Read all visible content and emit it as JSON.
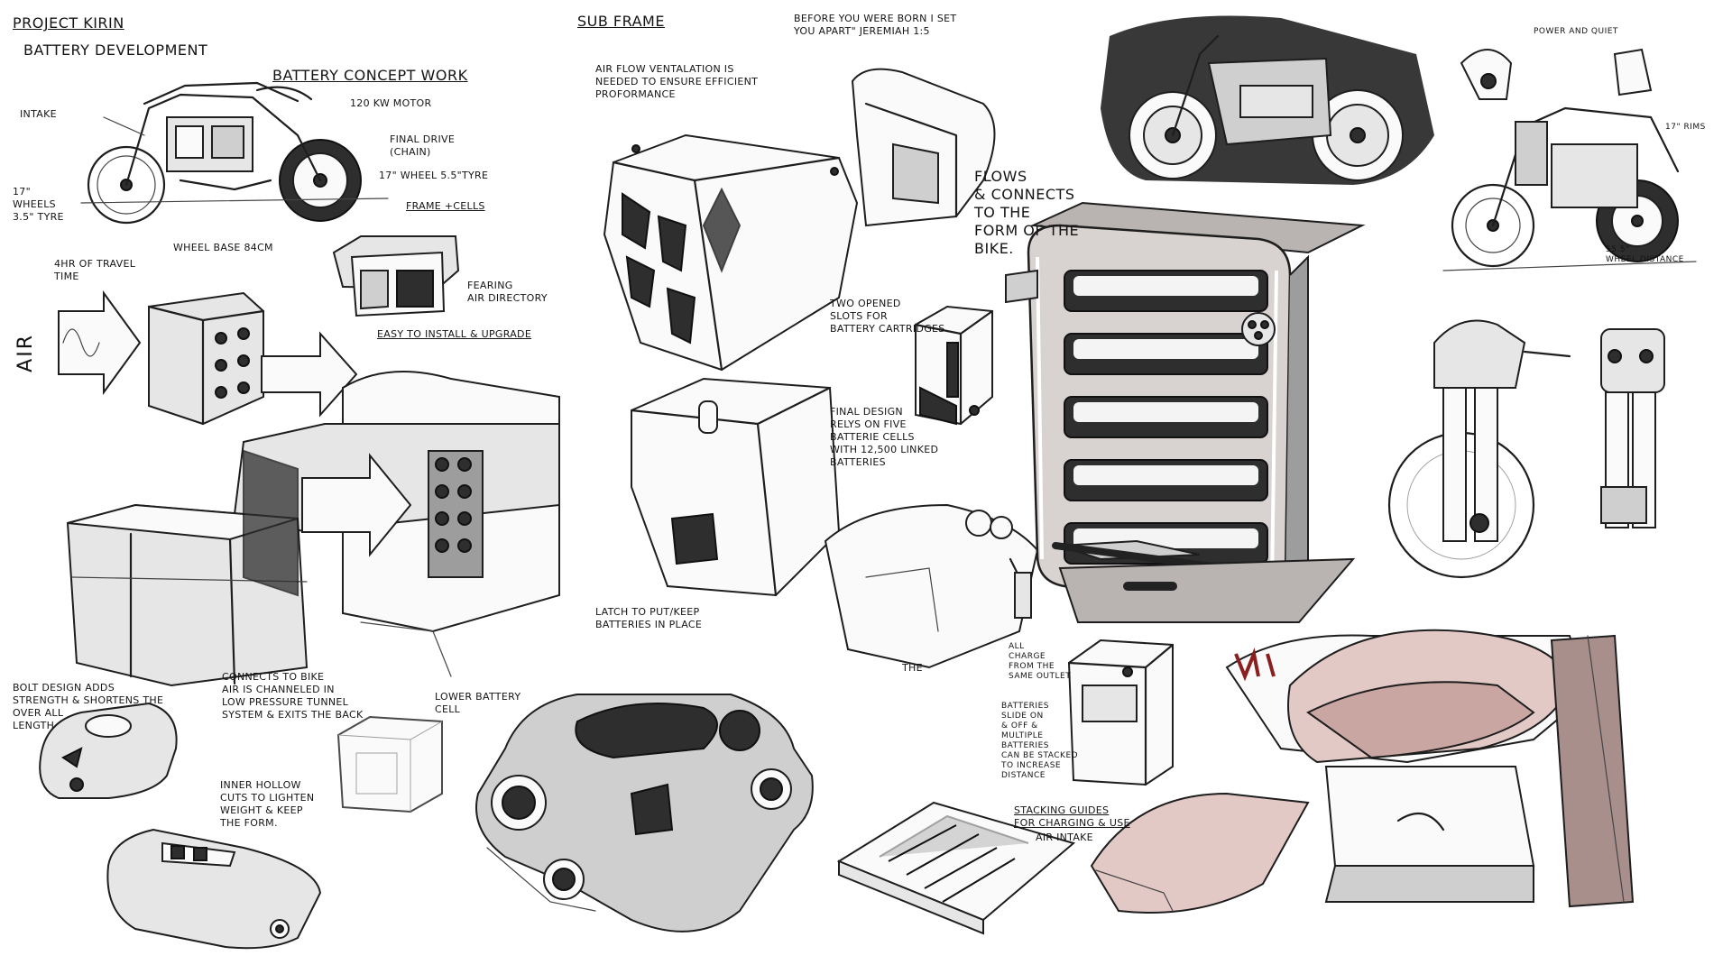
{
  "notes": {
    "project_title": "PROJECT KIRIN",
    "battery_dev": "BATTERY DEVELOPMENT",
    "concept_work": "BATTERY CONCEPT WORK",
    "intake": "INTAKE",
    "motor": "120 KW MOTOR",
    "final_drive": "FINAL DRIVE\n(CHAIN)",
    "wheel_rear": "17\" WHEEL 5.5\"TYRE",
    "wheels_front": "17\"\nWHEELS\n3.5\" TYRE",
    "wheel_base": "WHEEL BASE 84CM",
    "travel_time": "4HR OF TRAVEL\nTIME",
    "frame_cells": "FRAME +CELLS",
    "fearing": "FEARING\nAIR DIRECTORY",
    "easy_install": "EASY TO INSTALL & UPGRADE",
    "air": "AIR",
    "sub_frame": "SUB FRAME",
    "airflow": "AIR FLOW VENTALATION IS\nNEEDED TO ENSURE EFFICIENT\nPROFORMANCE",
    "quote": "BEFORE YOU WERE BORN I SET\nYOU APART\" JEREMIAH 1:5",
    "flows": "FLOWS\n& CONNECTS\nTO THE\nFORM OF THE\nBIKE.",
    "two_opened": "TWO OPENED\nSLOTS FOR\nBATTERY CARTRIDGES",
    "final_design": "FINAL DESIGN\nRELYS ON FIVE\nBATTERIE CELLS\nWITH 12,500 LINKED\nBATTERIES",
    "latch": "LATCH TO PUT/KEEP\nBATTERIES IN PLACE",
    "the": "THE",
    "bolt_design": "BOLT DESIGN ADDS\nSTRENGTH & SHORTENS THE\nOVER ALL\nLENGTH",
    "connects_bike": "CONNECTS TO BIKE\nAIR IS CHANNELED IN\nLOW PRESSURE TUNNEL\nSYSTEM & EXITS THE BACK",
    "lower_battery": "LOWER BATTERY\nCELL",
    "inner_hollow": "INNER HOLLOW\nCUTS TO LIGHTEN\nWEIGHT & KEEP\nTHE FORM.",
    "all_charge": "ALL\nCHARGE\nFROM THE\nSAME OUTLET",
    "batteries_slide": "BATTERIES\nSLIDE ON\n& OFF &\nMULTIPLE\nBATTERIES\nCAN BE STACKED\nTO INCREASE\nDISTANCE",
    "stacking_guides": "STACKING GUIDES\nFOR CHARGING & USE",
    "air_intake": "AIR INTAKE",
    "power_quiet": "POWER AND QUIET",
    "rims": "17\" RIMS",
    "wheel_distance": "55.5\"\nWHEEL DISTANCE"
  }
}
